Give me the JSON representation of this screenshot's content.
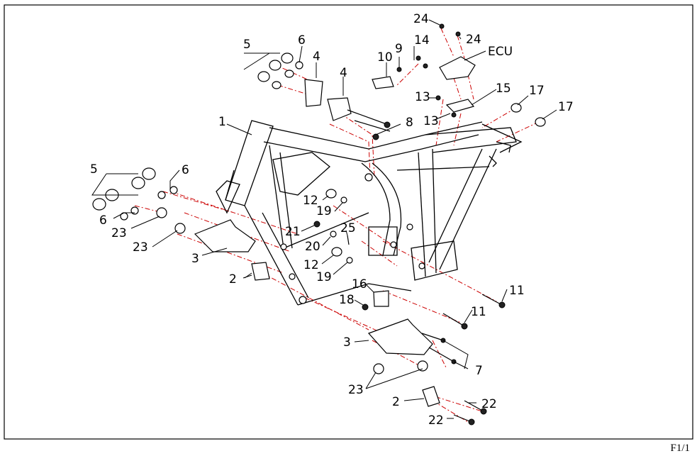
{
  "sheet_label": "F1/1",
  "callouts": [
    {
      "id": "c24a",
      "text": "24"
    },
    {
      "id": "c24b",
      "text": "24"
    },
    {
      "id": "cECU",
      "text": "ECU"
    },
    {
      "id": "c14",
      "text": "14"
    },
    {
      "id": "c10",
      "text": "10"
    },
    {
      "id": "c9",
      "text": "9"
    },
    {
      "id": "c6a",
      "text": "6"
    },
    {
      "id": "c5a",
      "text": "5"
    },
    {
      "id": "c4a",
      "text": "4"
    },
    {
      "id": "c4b",
      "text": "4"
    },
    {
      "id": "c15",
      "text": "15"
    },
    {
      "id": "c17a",
      "text": "17"
    },
    {
      "id": "c17b",
      "text": "17"
    },
    {
      "id": "c13a",
      "text": "13"
    },
    {
      "id": "c13b",
      "text": "13"
    },
    {
      "id": "c8",
      "text": "8"
    },
    {
      "id": "c1",
      "text": "1"
    },
    {
      "id": "c5b",
      "text": "5"
    },
    {
      "id": "c6b",
      "text": "6"
    },
    {
      "id": "c6c",
      "text": "6"
    },
    {
      "id": "c23a",
      "text": "23"
    },
    {
      "id": "c23b",
      "text": "23"
    },
    {
      "id": "c12a",
      "text": "12"
    },
    {
      "id": "c19a",
      "text": "19"
    },
    {
      "id": "c21",
      "text": "21"
    },
    {
      "id": "c25",
      "text": "25"
    },
    {
      "id": "c20",
      "text": "20"
    },
    {
      "id": "c3a",
      "text": "3"
    },
    {
      "id": "c12b",
      "text": "12"
    },
    {
      "id": "c19b",
      "text": "19"
    },
    {
      "id": "c2a",
      "text": "2"
    },
    {
      "id": "c16",
      "text": "16"
    },
    {
      "id": "c18",
      "text": "18"
    },
    {
      "id": "c11a",
      "text": "11"
    },
    {
      "id": "c11b",
      "text": "11"
    },
    {
      "id": "c3b",
      "text": "3"
    },
    {
      "id": "c7",
      "text": "7"
    },
    {
      "id": "c23c",
      "text": "23"
    },
    {
      "id": "c2b",
      "text": "2"
    },
    {
      "id": "c22a",
      "text": "22"
    },
    {
      "id": "c22b",
      "text": "22"
    }
  ]
}
